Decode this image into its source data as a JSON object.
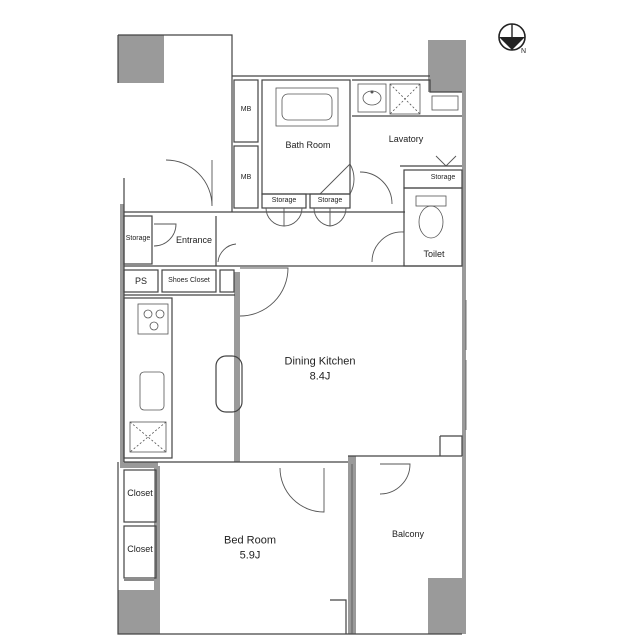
{
  "rooms": {
    "bath_room": "Bath Room",
    "lavatory": "Lavatory",
    "mb_upper": "MB",
    "mb_lower": "MB",
    "storage_bath_1": "Storage",
    "storage_bath_2": "Storage",
    "storage_toilet": "Storage",
    "storage_entrance": "Storage",
    "entrance": "Entrance",
    "toilet": "Toilet",
    "ps": "PS",
    "shoes_closet": "Shoes Closet",
    "dining_kitchen": "Dining Kitchen",
    "dining_kitchen_area": "8.4J",
    "closet_1": "Closet",
    "closet_2": "Closet",
    "bed_room": "Bed Room",
    "bed_room_area": "5.9J",
    "balcony": "Balcony"
  },
  "icons": [
    "north-arrow-icon",
    "stove-icon",
    "sink-icon",
    "bathtub-icon",
    "toilet-icon",
    "washbasin-icon"
  ]
}
